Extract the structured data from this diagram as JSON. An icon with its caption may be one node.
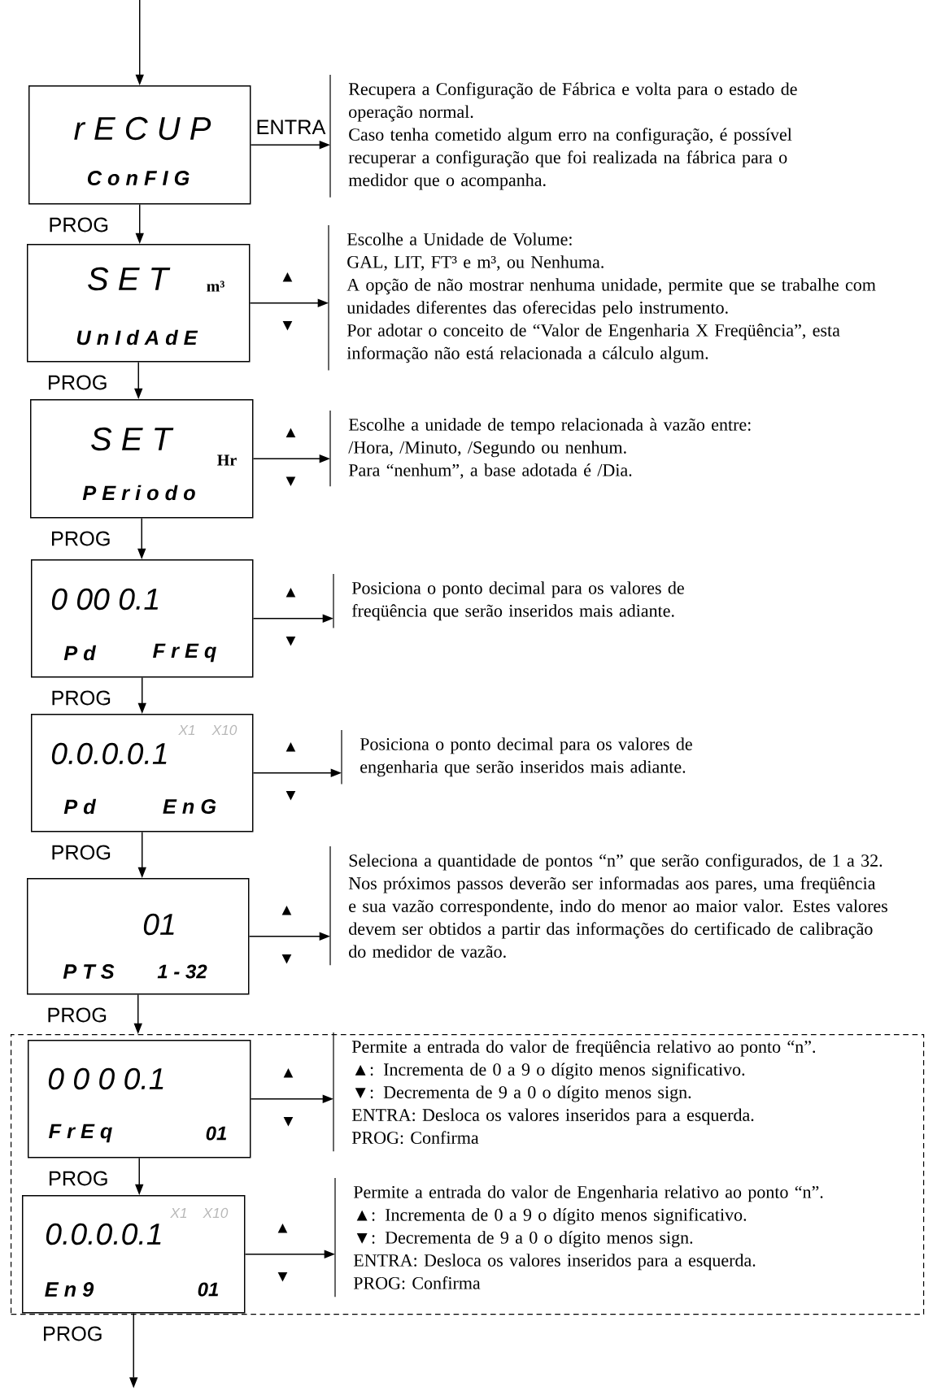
{
  "diagram": {
    "nodes": [
      {
        "text": [
          "r E C U P",
          "C o n F I G"
        ]
      },
      {
        "text": [
          "Recupera a Configuração de Fábrica e volta para o estado de operação normal.",
          "Caso tenha cometido algum erro na configuração, é possível recuperar a configuração que foi realizada na fábrica para o medidor que o acompanha."
        ]
      },
      {
        "text": [
          "S E T",
          "m³",
          "U n I d A d E"
        ]
      },
      {
        "text": [
          "Escolhe a Unidade de Volume:",
          "GAL, LIT, FT³ e m³, ou Nenhuma.",
          "A opção de não mostrar nenhuma unidade, permite que se trabalhe com unidades diferentes das oferecidas pelo instrumento.",
          "Por adotar o conceito de “Valor de Engenharia X Freqüência”, esta informação não está relacionada a cálculo algum."
        ]
      },
      {
        "text": [
          "S E T",
          "Hr",
          "P E r i o d o"
        ]
      },
      {
        "text": [
          "Escolhe a unidade de tempo relacionada à vazão entre:",
          "/Hora, /Minuto, /Segundo ou nenhum.",
          "Para “nenhum”, a base adotada é /Dia."
        ]
      },
      {
        "text": [
          "0 00 0.1",
          "P d",
          "F r E q"
        ]
      },
      {
        "text": [
          "Posiciona o ponto decimal para os valores de freqüência que serão inseridos mais adiante."
        ]
      },
      {
        "text": [
          "X1",
          "X10",
          "0.0.0.0.1",
          "P d",
          "E n G"
        ]
      },
      {
        "text": [
          "Posiciona o ponto decimal para os valores de engenharia que serão inseridos mais adiante."
        ]
      },
      {
        "text": [
          "01",
          "P T S",
          "1 - 32"
        ]
      },
      {
        "text": [
          "Seleciona a quantidade de pontos “n” que serão configurados, de 1 a 32.",
          "Nos próximos passos deverão ser informadas aos pares, uma freqüência e sua vazão correspondente, indo do menor ao maior valor. Estes valores devem ser obtidos a partir das informações do certificado de calibração do medidor de vazão."
        ]
      },
      {
        "text": [],
        "shape": "box"
      },
      {
        "text": [
          "0 0 0 0.1",
          "F r E q",
          "01"
        ],
        "in": 12
      },
      {
        "text": [
          "Permite a entrada do valor de freqüência relativo ao ponto “n”.",
          "▲: Incrementa de 0 a 9 o dígito menos significativo.",
          "▼: Decrementa de 9 a 0 o dígito menos sign.",
          "ENTRA: Desloca os valores inseridos para a esquerda.",
          "PROG: Confirma"
        ],
        "in": 12
      },
      {
        "text": [
          "X1",
          "X10",
          "0.0.0.0.1",
          "E n 9",
          "01"
        ],
        "in": 12
      },
      {
        "text": [
          "Permite a entrada do valor de Engenharia relativo ao ponto “n”.",
          "▲: Incrementa de 0 a 9 o dígito menos significativo.",
          "▼: Decrementa de 9 a 0 o dígito menos sign.",
          "ENTRA: Desloca os valores inseridos para a esquerda.",
          "PROG: Confirma"
        ],
        "in": 12
      }
    ],
    "edges": [
      {
        "from": null,
        "to": 0,
        "arrow": "to"
      },
      {
        "from": 0,
        "to": 1,
        "arrow": "to",
        "label": "ENTRA"
      },
      {
        "from": 0,
        "to": 2,
        "arrow": "to",
        "label": "PROG"
      },
      {
        "from": 2,
        "to": 3,
        "arrow": "to"
      },
      {
        "from": 2,
        "to": 4,
        "arrow": "to",
        "label": "PROG"
      },
      {
        "from": 4,
        "to": 5,
        "arrow": "to"
      },
      {
        "from": 4,
        "to": 6,
        "arrow": "to",
        "label": "PROG"
      },
      {
        "from": 6,
        "to": 7,
        "arrow": "to"
      },
      {
        "from": 6,
        "to": 8,
        "arrow": "to",
        "label": "PROG"
      },
      {
        "from": 8,
        "to": 9,
        "arrow": "to"
      },
      {
        "from": 8,
        "to": 10,
        "arrow": "to",
        "label": "PROG"
      },
      {
        "from": 10,
        "to": 11,
        "arrow": "to"
      },
      {
        "from": 10,
        "to": 12,
        "arrow": "to",
        "label": "PROG"
      },
      {
        "from": 13,
        "to": 14,
        "arrow": "to"
      },
      {
        "from": 13,
        "to": 15,
        "arrow": "to",
        "label": "PROG"
      },
      {
        "from": 15,
        "to": 16,
        "arrow": "to"
      },
      {
        "from": 15,
        "to": null,
        "arrow": "to",
        "label": "PROG"
      }
    ],
    "labels": [
      "▲",
      "▼",
      "▲",
      "▼",
      "▲",
      "▼",
      "▲",
      "▼",
      "▲",
      "▼",
      "▲",
      "▼",
      "▲",
      "▼"
    ]
  }
}
